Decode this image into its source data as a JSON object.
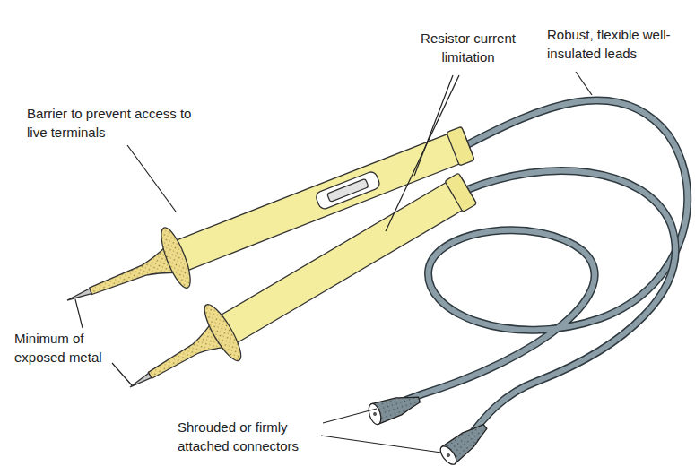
{
  "diagram": {
    "labels": [
      "Resistor current limitation",
      "Robust, flexible well-insulated leads",
      "Barrier to prevent access to live terminals",
      "Minimum of exposed metal",
      "Shrouded or firmly attached connectors"
    ]
  }
}
